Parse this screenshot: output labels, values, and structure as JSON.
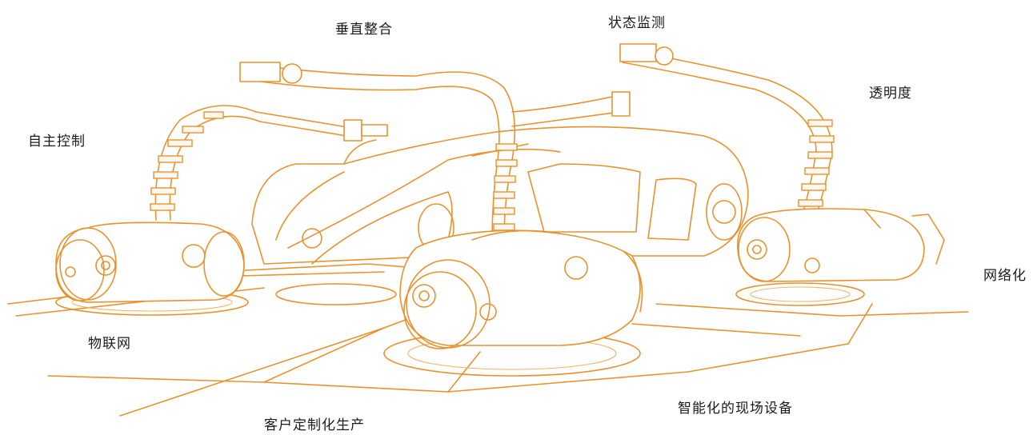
{
  "labels": {
    "vertical_integration": "垂直整合",
    "status_monitoring": "状态监测",
    "transparency": "透明度",
    "autonomous_control": "自主控制",
    "networking": "网络化",
    "iot": "物联网",
    "smart_field_devices": "智能化的现场设备",
    "customized_production": "客户定制化生产"
  },
  "colors": {
    "line_art": "#e8922e",
    "text": "#1a1a1a",
    "background": "#ffffff"
  }
}
